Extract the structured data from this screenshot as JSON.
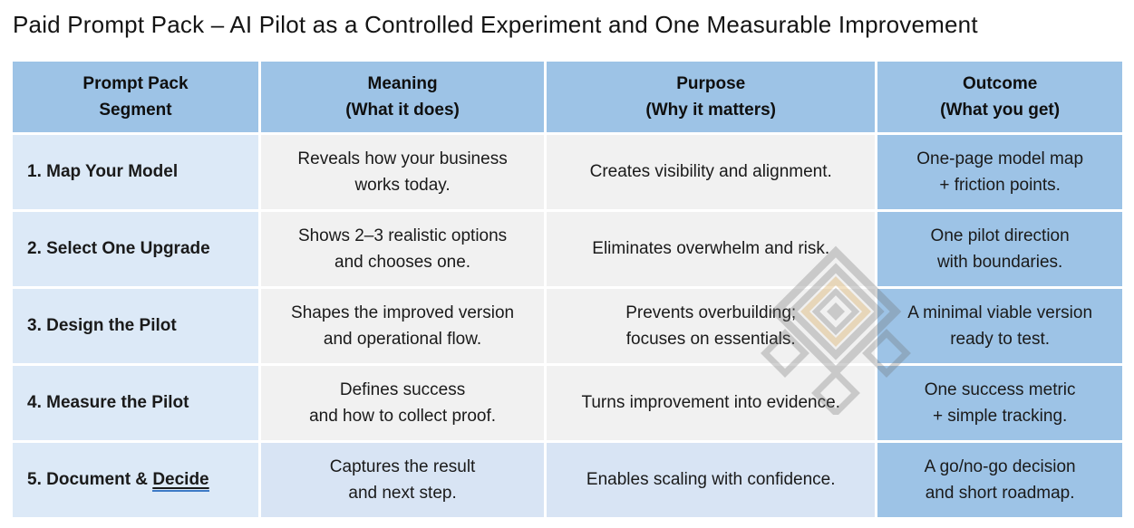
{
  "title": "Paid Prompt Pack – AI Pilot as a Controlled Experiment and One Measurable Improvement",
  "table": {
    "headers": [
      [
        "Prompt Pack",
        "Segment"
      ],
      [
        "Meaning",
        "(What it does)"
      ],
      [
        "Purpose",
        "(Why it matters)"
      ],
      [
        "Outcome",
        "(What you get)"
      ]
    ],
    "rows": [
      {
        "segment": "1. Map Your Model",
        "meaning": [
          "Reveals how your business",
          "works today."
        ],
        "purpose": [
          "Creates visibility and alignment."
        ],
        "outcome": [
          "One-page model map",
          "+ friction points."
        ]
      },
      {
        "segment": "2. Select One Upgrade",
        "meaning": [
          "Shows 2–3 realistic options",
          "and chooses one."
        ],
        "purpose": [
          "Eliminates overwhelm and risk."
        ],
        "outcome": [
          "One pilot direction",
          "with boundaries."
        ]
      },
      {
        "segment": "3. Design the Pilot",
        "meaning": [
          "Shapes the improved version",
          "and operational flow."
        ],
        "purpose": [
          "Prevents overbuilding;",
          "focuses on essentials."
        ],
        "outcome": [
          "A minimal viable version",
          "ready to test."
        ]
      },
      {
        "segment": "4. Measure the Pilot",
        "meaning": [
          "Defines success",
          "and how to collect proof."
        ],
        "purpose": [
          "Turns improvement into evidence."
        ],
        "outcome": [
          "One success metric",
          "+ simple tracking."
        ]
      },
      {
        "segment_prefix": "5. Document & ",
        "segment_decide": "Decide",
        "meaning": [
          "Captures the result",
          "and next step."
        ],
        "purpose": [
          "Enables scaling with confidence."
        ],
        "outcome": [
          "A go/no-go decision",
          "and short roadmap."
        ]
      }
    ]
  },
  "watermark_icon": "nested-diamond-logo",
  "colors": {
    "header_blue": "#9DC3E6",
    "segment_blue": "#DCE9F7",
    "body_gray": "#F1F1F1",
    "last_row_blue": "#D8E4F4",
    "outcome_blue": "#9DC3E6",
    "text": "#1A1A1A",
    "decide_underline": "#3E7BC7",
    "watermark_gray": "#6E6E6E",
    "watermark_orange": "#D29A3A"
  }
}
